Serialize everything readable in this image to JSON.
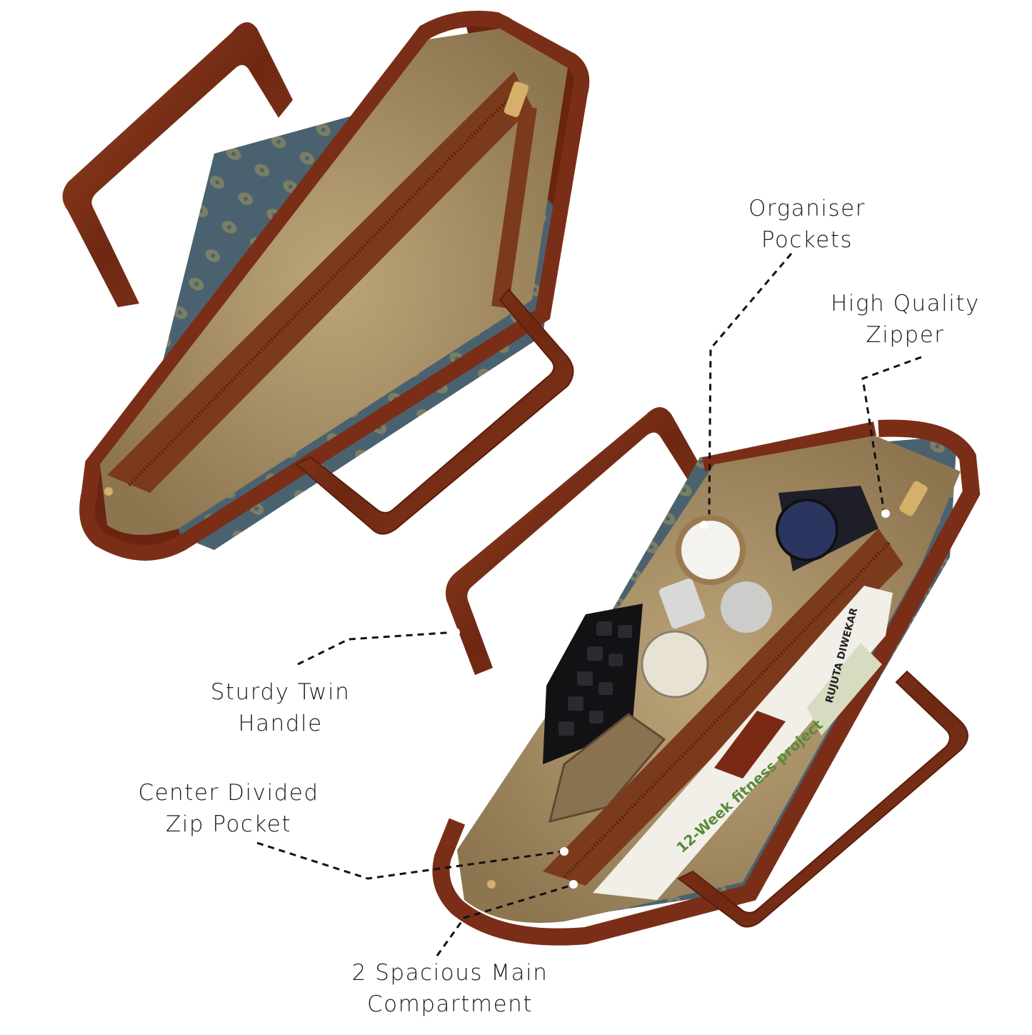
{
  "colors": {
    "background": "#ffffff",
    "leather": "#7a2e17",
    "leather_highlight": "#a8502c",
    "lining": "#a38a62",
    "lining_light": "#c8b48c",
    "fabric": "#4a6270",
    "zipper_gold": "#c9a35a",
    "leader_line": "#111111"
  },
  "callouts": {
    "organiser": {
      "line1": "Organiser",
      "line2": "Pockets"
    },
    "zipper": {
      "line1": "High Quality",
      "line2": "Zipper"
    },
    "handle": {
      "line1": "Sturdy Twin",
      "line2": "Handle"
    },
    "zip_pocket": {
      "line1": "Center Divided",
      "line2": "Zip Pocket"
    },
    "main_compartment": {
      "line1": "2 Spacious Main",
      "line2": "Compartment"
    }
  },
  "book_label": "12-Week fitness project",
  "book_author": "RUJUTA DIWEKAR"
}
